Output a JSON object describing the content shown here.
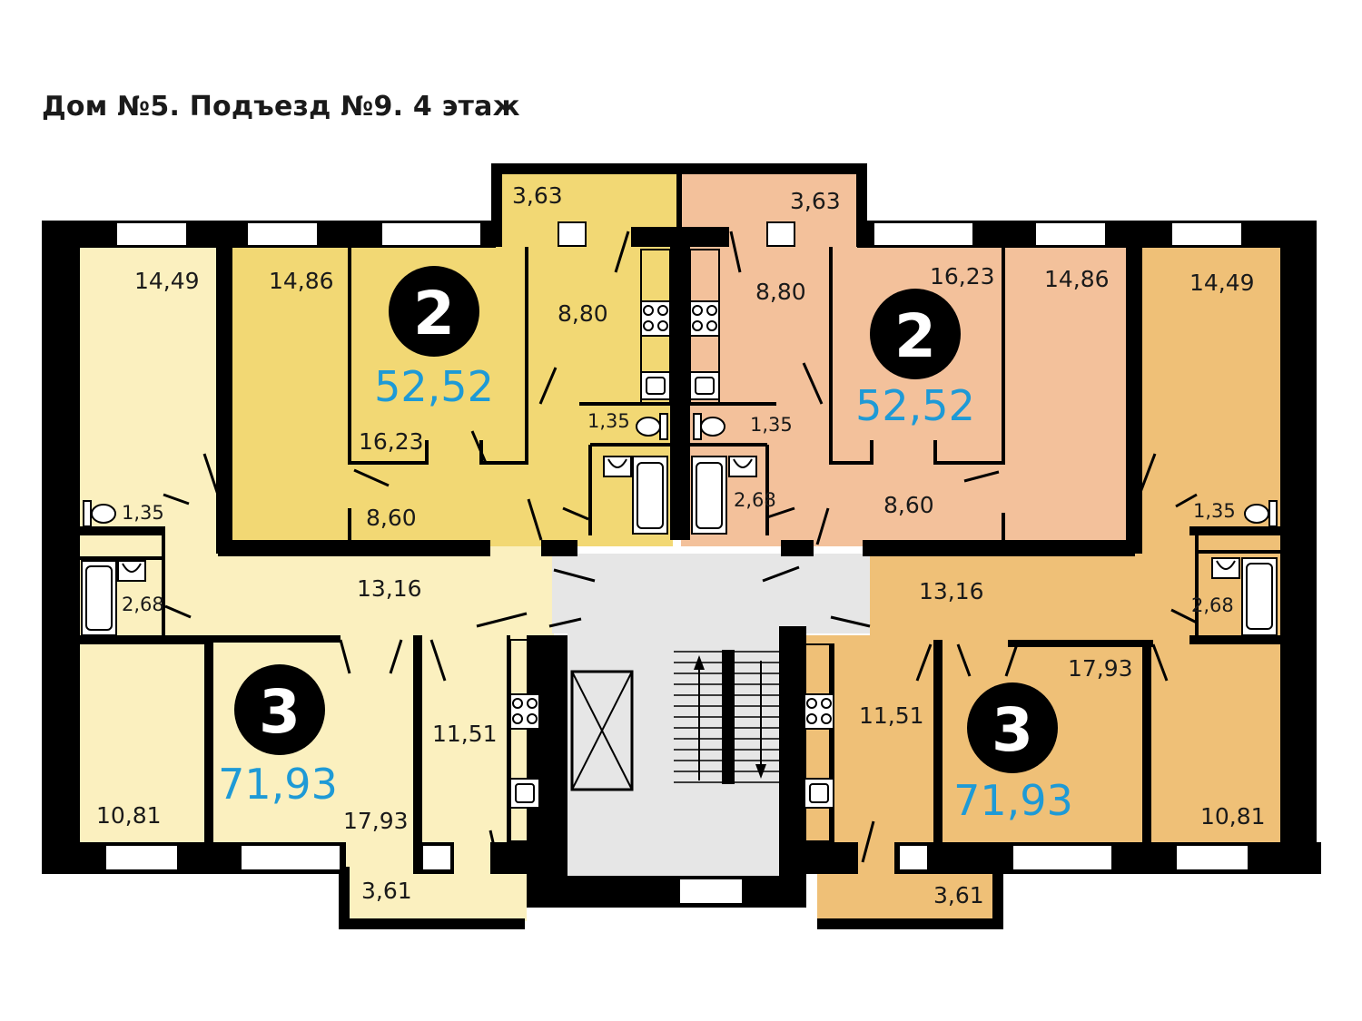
{
  "title": "Дом №5. Подъезд №9. 4 этаж",
  "colors": {
    "apt_2_left": "#f2d874",
    "apt_2_right": "#f3c19b",
    "apt_3_left": "#fbf0bf",
    "apt_3_right": "#efc077",
    "wall": "#000000",
    "stair": "#e6e6e6",
    "area_text": "#1e9ad6"
  },
  "apartments": {
    "a2_left": {
      "rooms": "2",
      "total_area": "52,52"
    },
    "a2_right": {
      "rooms": "2",
      "total_area": "52,52"
    },
    "a3_left": {
      "rooms": "3",
      "total_area": "71,93"
    },
    "a3_right": {
      "rooms": "3",
      "total_area": "71,93"
    }
  },
  "rooms": {
    "a2l_loggia": "3,63",
    "a2l_room_a": "14,86",
    "a2l_room_b": "16,23",
    "a2l_kitchen": "8,80",
    "a2l_wc": "1,35",
    "a2l_hall": "8,60",
    "a2r_loggia": "3,63",
    "a2r_kitchen": "8,80",
    "a2r_room_b": "16,23",
    "a2r_room_a": "14,86",
    "a2r_wc": "1,35",
    "a2r_bath": "2,68",
    "a2r_hall": "8,60",
    "a3l_room_top": "14,49",
    "a3l_wc": "1,35",
    "a3l_bath": "2,68",
    "a3l_hall": "13,16",
    "a3l_room_bl": "10,81",
    "a3l_room_mid": "17,93",
    "a3l_kitchen": "11,51",
    "a3l_loggia": "3,61",
    "a3r_room_top": "14,49",
    "a3r_wc": "1,35",
    "a3r_bath": "2,68",
    "a3r_hall": "13,16",
    "a3r_kitchen": "11,51",
    "a3r_room_mid": "17,93",
    "a3r_room_br": "10,81",
    "a3r_loggia": "3,61"
  }
}
